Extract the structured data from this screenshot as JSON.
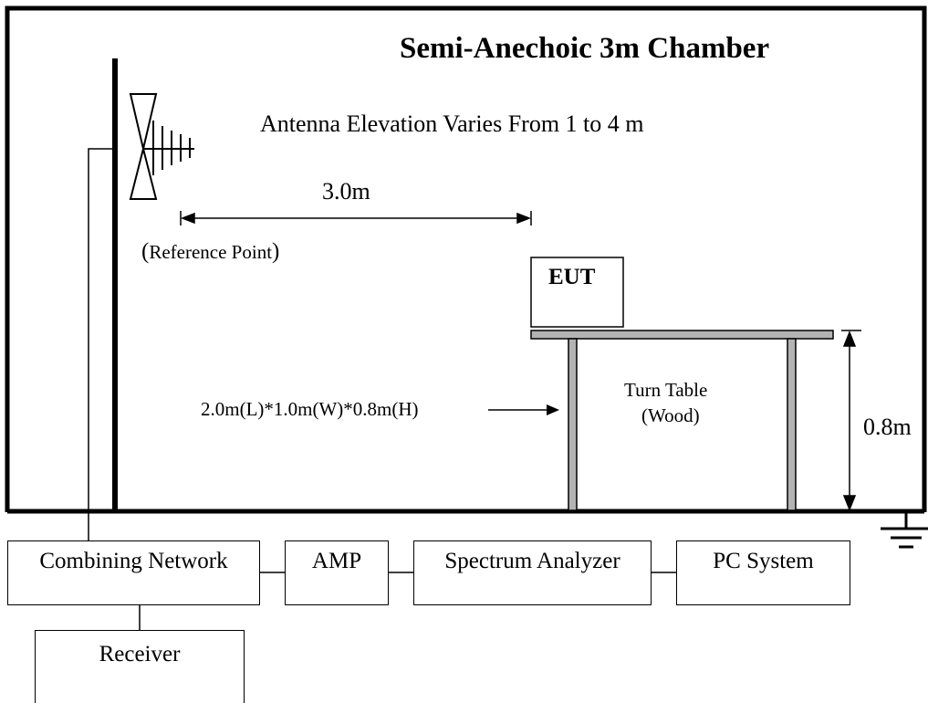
{
  "chamber": {
    "title": "Semi-Anechoic 3m Chamber",
    "antenna_note": "Antenna Elevation Varies From 1 to 4 m",
    "distance_label": "3.0m",
    "reference_label_open": "(",
    "reference_label_text": "Reference Point",
    "reference_label_close": ")",
    "eut_label": "EUT",
    "table_size_label": "2.0m(L)*1.0m(W)*0.8m(H)",
    "table_label_line1": "Turn Table",
    "table_label_line2": "(Wood)",
    "height_label": "0.8m"
  },
  "equipment": {
    "combining_network": "Combining Network",
    "amp": "AMP",
    "spectrum_analyzer": "Spectrum Analyzer",
    "pc_system": "PC System",
    "receiver": "Receiver"
  },
  "colors": {
    "table_fill": "#b3b3b3",
    "line": "#000000"
  }
}
